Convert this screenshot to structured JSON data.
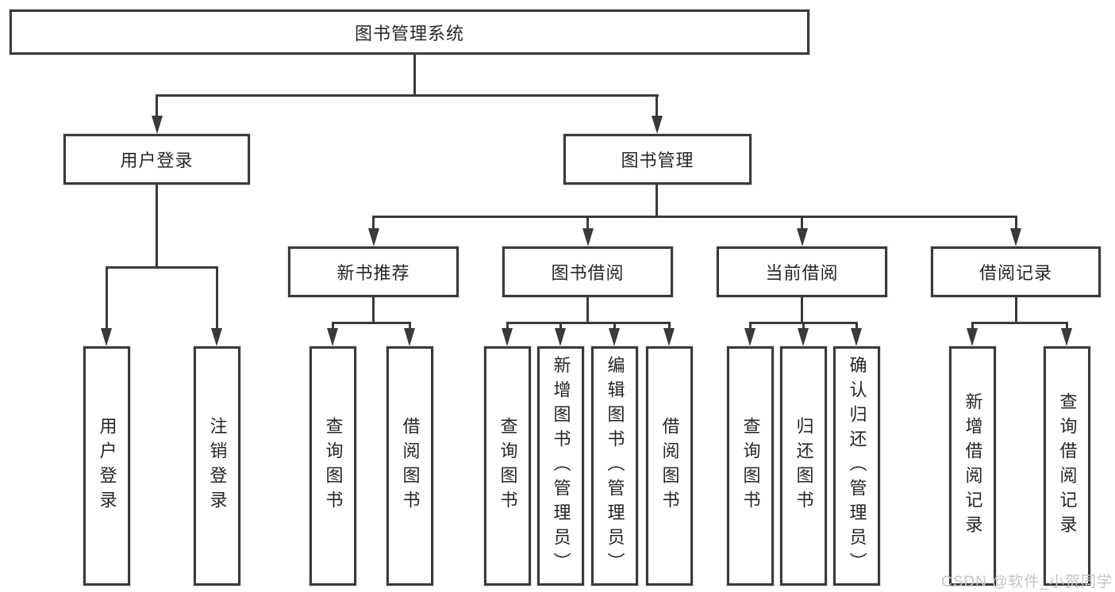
{
  "diagram": {
    "root": {
      "label": "图书管理系统"
    },
    "level2": [
      {
        "label": "用户登录"
      },
      {
        "label": "图书管理"
      }
    ],
    "level3": [
      {
        "label": "新书推荐"
      },
      {
        "label": "图书借阅"
      },
      {
        "label": "当前借阅"
      },
      {
        "label": "借阅记录"
      }
    ],
    "leaves": {
      "user_login": [
        {
          "label": "用户登录"
        },
        {
          "label": "注销登录"
        }
      ],
      "new_books": [
        {
          "label": "查询图书"
        },
        {
          "label": "借阅图书"
        }
      ],
      "book_borrow": [
        {
          "label": "查询图书"
        },
        {
          "label": "新增图书（管理员）"
        },
        {
          "label": "编辑图书（管理员）"
        },
        {
          "label": "借阅图书"
        }
      ],
      "current_borrow": [
        {
          "label": "查询图书"
        },
        {
          "label": "归还图书"
        },
        {
          "label": "确认归还（管理员）"
        }
      ],
      "borrow_records": [
        {
          "label": "新增借阅记录"
        },
        {
          "label": "查询借阅记录"
        }
      ]
    }
  },
  "watermark": {
    "text": "CSDN @软件_小贺同学"
  },
  "colors": {
    "line": "#3a3a3a",
    "text": "#262626",
    "watermark": "#c4c4c4",
    "background": "#ffffff"
  }
}
